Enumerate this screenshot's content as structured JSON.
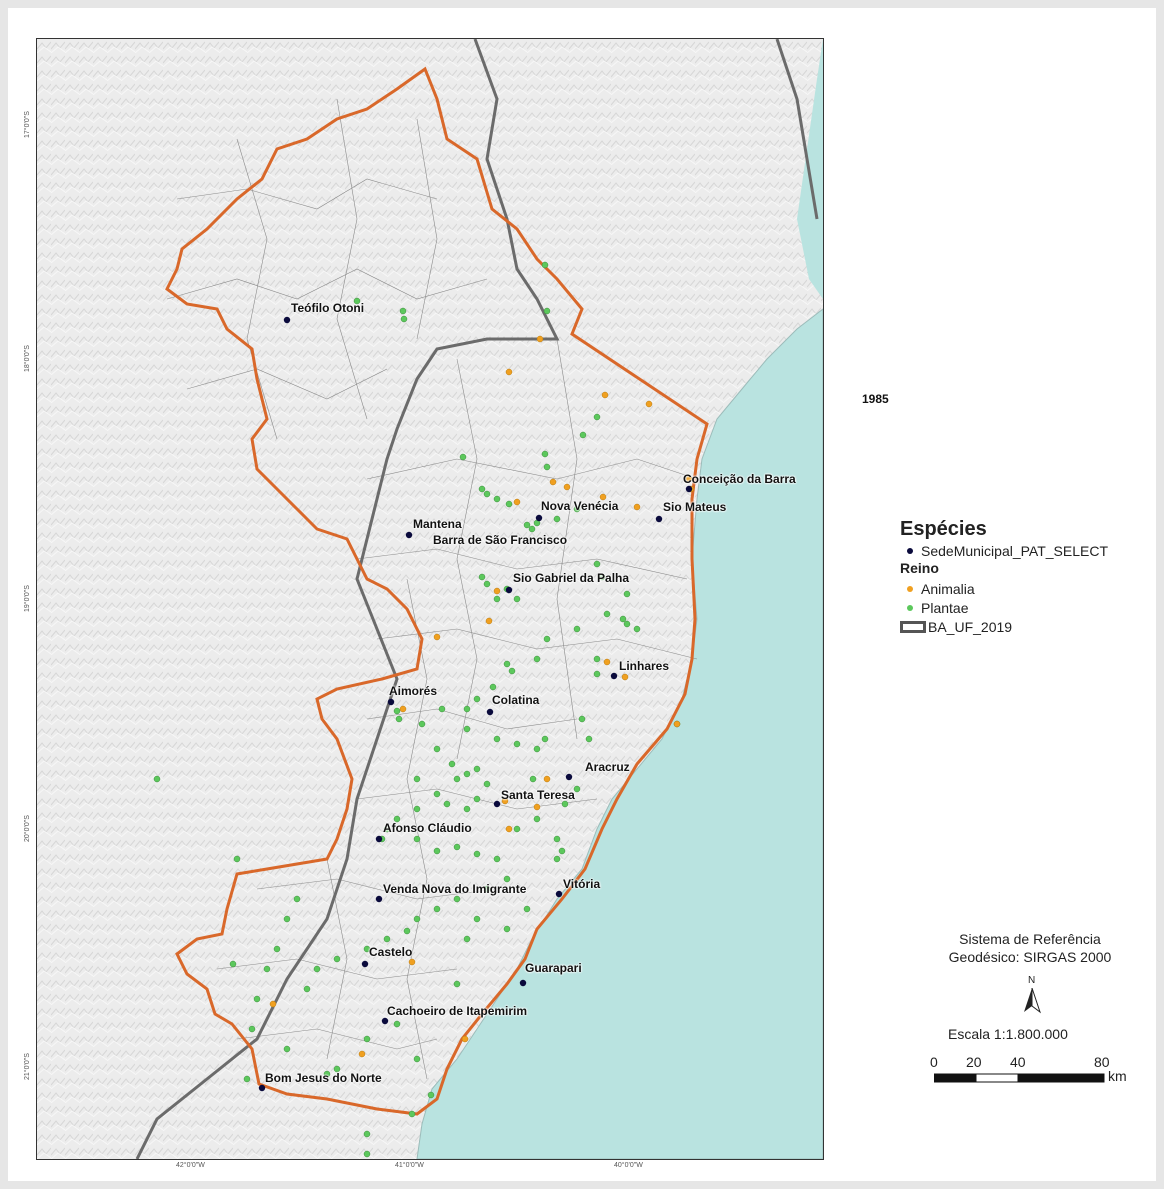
{
  "year": "1985",
  "legend": {
    "title": "Espécies",
    "seat_label": "SedeMunicipal_PAT_SELECT",
    "reino_label": "Reino",
    "animalia_label": "Animalia",
    "plantae_label": "Plantae",
    "boundary_label": "BA_UF_2019"
  },
  "reference": {
    "line1": "Sistema de Referência",
    "line2": "Geodésico: SIRGAS 2000"
  },
  "north": "N",
  "scale": {
    "label": "Escala  1:1.800.000",
    "ticks": [
      "0",
      "20",
      "40",
      "80"
    ],
    "unit": "km"
  },
  "axes": {
    "x": [
      "42°0'0\"W",
      "41°0'0\"W",
      "40°0'0\"W"
    ],
    "y": [
      "17°0'0\"S",
      "18°0'0\"S",
      "19°0'0\"S",
      "20°0'0\"S",
      "21°0'0\"S"
    ]
  },
  "cities": [
    "Teófilo Otoni",
    "Conceição da Barra",
    "Nova Venécia",
    "Sio Mateus",
    "Mantena",
    "Barra de São Francisco",
    "Sio Gabriel da Palha",
    "Linhares",
    "Aimorés",
    "Colatina",
    "Aracruz",
    "Santa Teresa",
    "Afonso Cláudio",
    "Venda Nova do Imigrante",
    "Vitória",
    "Castelo",
    "Guarapari",
    "Cachoeiro de Itapemirim",
    "Bom Jesus do Norte"
  ],
  "colors": {
    "sea": "#b9e3e0",
    "boundary": "#d9682a",
    "state_border": "#777777",
    "animalia": "#f0a020",
    "plantae": "#5cc85c",
    "seat": "#0a0a3c"
  }
}
